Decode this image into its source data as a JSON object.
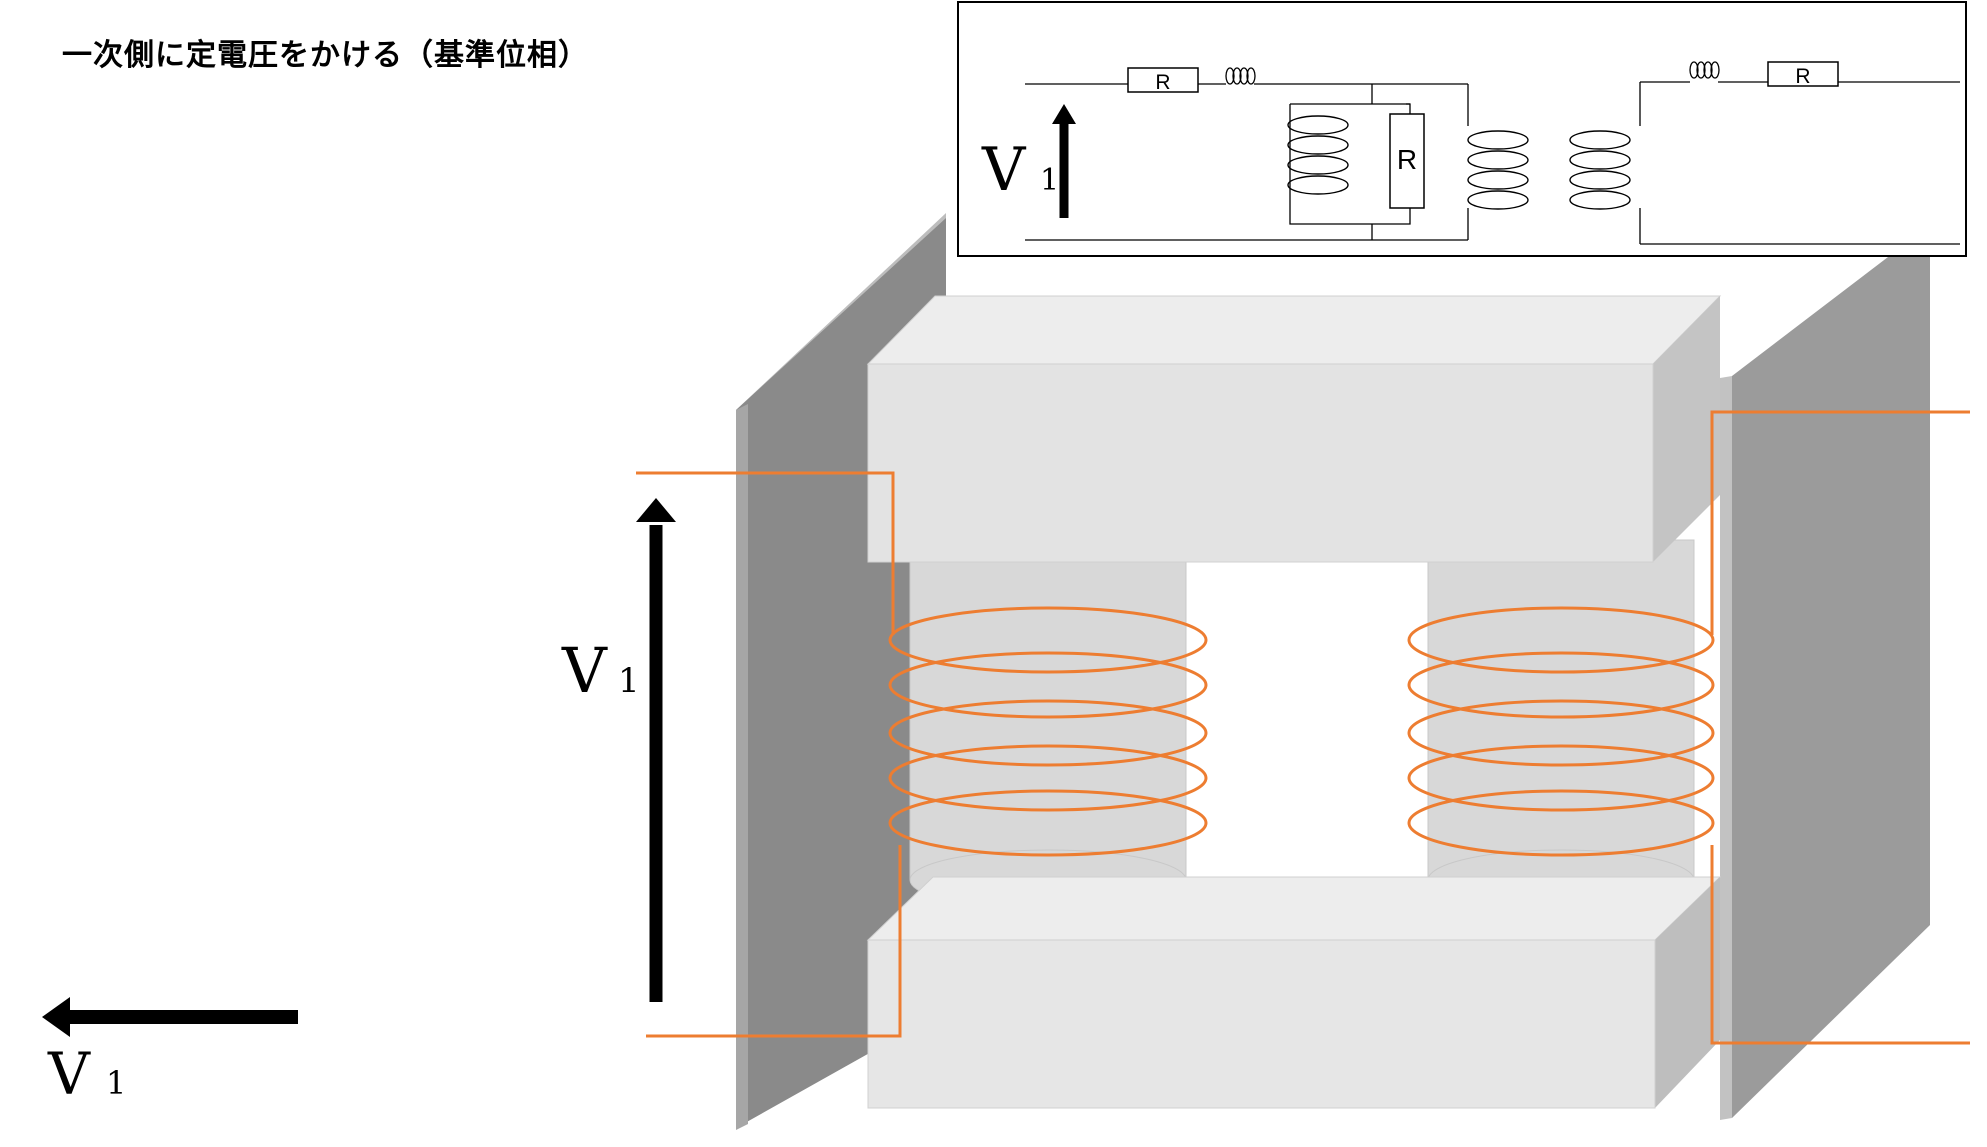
{
  "title": "一次側に定電圧をかける（基準位相）",
  "colors": {
    "coil": "#ED7D31",
    "plate_front": "#8A8A8A",
    "plate_light": "#A6A6A6",
    "plate_edge": "#BDBDBD",
    "core_face": "#E3E3E3",
    "core_top": "#EDEDED",
    "core_side": "#CFCFCF",
    "leg": "#D8D8D8",
    "ink": "#000000"
  },
  "labels": {
    "v1_main": "V",
    "v1_main_sub": "1",
    "v1_phasor": "V",
    "v1_phasor_sub": "1",
    "v1_circuit": "V",
    "v1_circuit_sub": "1"
  },
  "circuit": {
    "r_series_primary": "R",
    "r_core_loss": "R",
    "r_series_secondary": "R"
  }
}
